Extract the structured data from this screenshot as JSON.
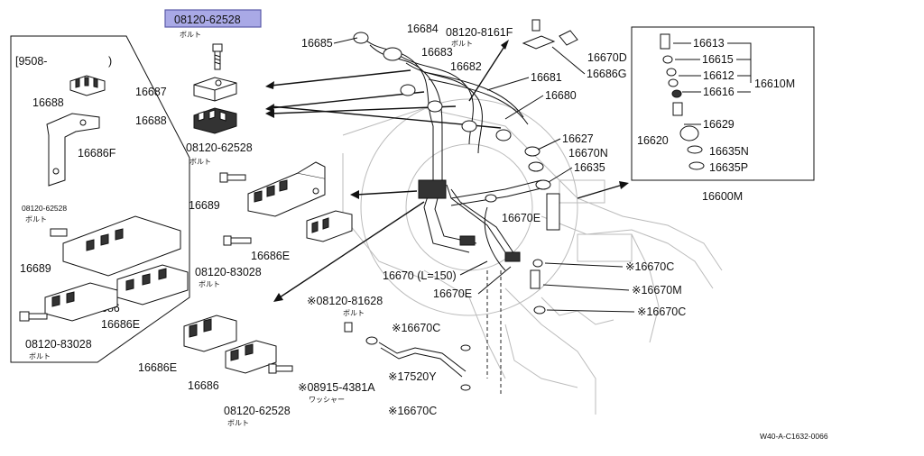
{
  "highlight": {
    "part_number": "08120-62528",
    "sub": "ボルト"
  },
  "inset_left": {
    "date_label": "[9508-",
    "bracket_close": ")"
  },
  "inset_right": {
    "title": "16600M"
  },
  "labels": {
    "p16687": "16687",
    "p16688": "16688",
    "p16688_inset": "16688",
    "p16686F": "16686F",
    "bolt2": "08120-62528",
    "bolt2_sub": "ボルト",
    "p16689": "16689",
    "p16686E_mid": "16686E",
    "bolt3": "08120-83028",
    "bolt3_sub": "ボルト",
    "bolt4": "08120-62528",
    "bolt4_sub": "ボルト",
    "p16689_inset": "16689",
    "p16686_inset": "16686",
    "p16686E_inset": "16686E",
    "bolt5": "08120-83028",
    "bolt5_sub": "ボルト",
    "p16686E_bottom": "16686E",
    "p16686_bottom": "16686",
    "bolt6": "08120-62528",
    "bolt6_sub": "ボルト",
    "p16685": "16685",
    "p16684": "16684",
    "p16683": "16683",
    "p16682": "16682",
    "bolt7": "08120-8161F",
    "bolt7_sub": "ボルト",
    "p16670D": "16670D",
    "p16686G": "16686G",
    "p16681": "16681",
    "p16680": "16680",
    "p16627": "16627",
    "p16670N": "16670N",
    "p16635": "16635",
    "p16670E_a": "16670E",
    "p16670_len": "16670 (L=150)",
    "p16670E_b": "16670E",
    "p16670C_a": "※16670C",
    "p16670M": "※16670M",
    "p16670C_b": "※16670C",
    "bolt8": "※08120-81628",
    "bolt8_sub": "ボルト",
    "p16670C_c": "※16670C",
    "p17520Y": "※17520Y",
    "washer": "※08915-4381A",
    "washer_sub": "ワッシャー",
    "p16670C_d": "※16670C",
    "p16613": "16613",
    "p16615": "16615",
    "p16612": "16612",
    "p16610M": "16610M",
    "p16616": "16616",
    "p16620": "16620",
    "p16629": "16629",
    "p16635N": "16635N",
    "p16635P": "16635P",
    "figure_ref": "W40-A-C1632-0066"
  }
}
